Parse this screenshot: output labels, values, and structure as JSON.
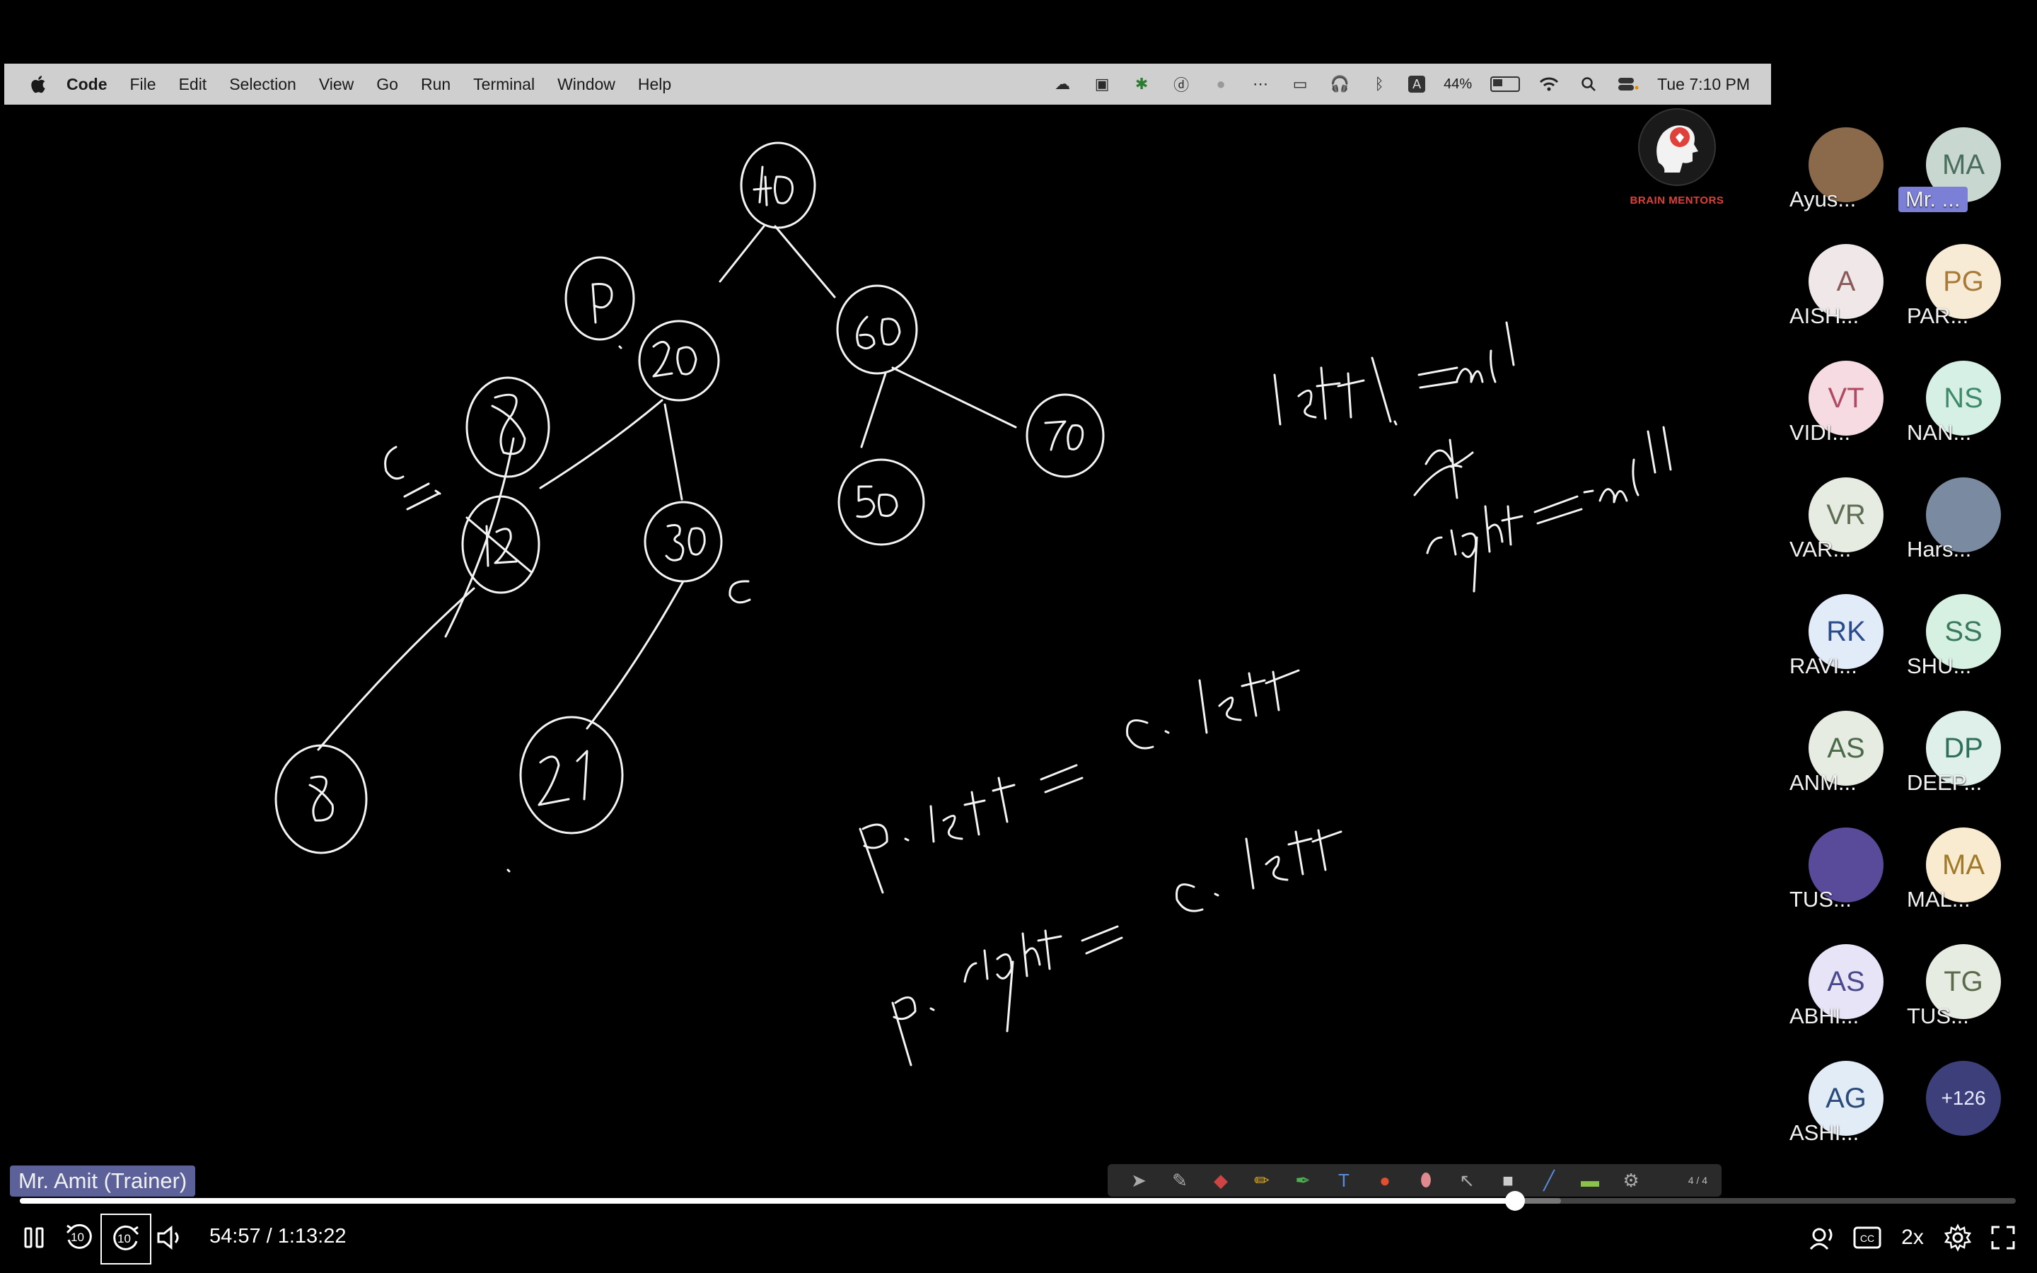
{
  "menubar": {
    "app_name": "Code",
    "menus": [
      "File",
      "Edit",
      "Selection",
      "View",
      "Go",
      "Run",
      "Terminal",
      "Window",
      "Help"
    ],
    "status_icons": [
      "creative-cloud-icon",
      "screen-share-icon",
      "app-icon",
      "d-icon",
      "record-icon",
      "dots-icon",
      "display-icon",
      "headphones-icon",
      "bluetooth-icon",
      "keyboard-a-icon"
    ],
    "battery_percent": "44%",
    "battery_level": 0.44,
    "datetime": "Tue 7:10 PM"
  },
  "logo": {
    "brand": "BRAIN MENTORS"
  },
  "whiteboard": {
    "nodes": [
      "40",
      "P",
      "20",
      "60",
      "8",
      "70",
      "12",
      "30",
      "50",
      "8",
      "21",
      "c"
    ],
    "notes": [
      "left != null",
      "&&",
      "right == null",
      "p.left = c.left",
      "p.right = c.left",
      "c"
    ]
  },
  "participants": [
    {
      "initials": "",
      "name": "Ayus...",
      "color": "#8a6a4a",
      "photo": true
    },
    {
      "initials": "MA",
      "name": "Mr. ...",
      "color": "#c8d8d0",
      "text_color": "#4a6e5e",
      "highlight": true
    },
    {
      "initials": "A",
      "name": "AISH...",
      "color": "#f0e8e8",
      "text_color": "#8a5a5a"
    },
    {
      "initials": "PG",
      "name": "PAR...",
      "color": "#f8ebd6",
      "text_color": "#a87a3a"
    },
    {
      "initials": "VT",
      "name": "VIDI...",
      "color": "#f6dce2",
      "text_color": "#b04a64"
    },
    {
      "initials": "NS",
      "name": "NAN...",
      "color": "#d6f0e6",
      "text_color": "#3e8a6a"
    },
    {
      "initials": "VR",
      "name": "VAR...",
      "color": "#e6ece2",
      "text_color": "#5e6e54"
    },
    {
      "initials": "",
      "name": "Hars...",
      "color": "#7a8aa0",
      "photo": true
    },
    {
      "initials": "RK",
      "name": "RAVI...",
      "color": "#e2ecf8",
      "text_color": "#2a4a8a"
    },
    {
      "initials": "SS",
      "name": "SHU...",
      "color": "#d6f0e2",
      "text_color": "#3a7a5a"
    },
    {
      "initials": "AS",
      "name": "ANM...",
      "color": "#e6ece2",
      "text_color": "#4a6a4a"
    },
    {
      "initials": "DP",
      "name": "DEEP...",
      "color": "#dff0ea",
      "text_color": "#2e6e5a"
    },
    {
      "initials": "",
      "name": "TUS...",
      "color": "#5a4a9a",
      "photo": true
    },
    {
      "initials": "MA",
      "name": "MAL...",
      "color": "#f8ebd0",
      "text_color": "#a07a2a"
    },
    {
      "initials": "AS",
      "name": "ABHI...",
      "color": "#e6e4f6",
      "text_color": "#4a4a8a"
    },
    {
      "initials": "TG",
      "name": "TUS...",
      "color": "#e6ece2",
      "text_color": "#5a6a4a"
    },
    {
      "initials": "AG",
      "name": "ASHI...",
      "color": "#e2ecf6",
      "text_color": "#2a4a7a"
    }
  ],
  "more_participants": "+126",
  "speaker_label": "Mr. Amit (Trainer)",
  "annotation_toolbar": {
    "page": "4 / 4"
  },
  "player": {
    "current_time": "54:57",
    "duration": "1:13:22",
    "timecode": "54:57 / 1:13:22",
    "played_fraction": 0.749,
    "buffered_fraction": 0.772,
    "skip_back_seconds": "10",
    "skip_forward_seconds": "10",
    "speed": "2x"
  }
}
